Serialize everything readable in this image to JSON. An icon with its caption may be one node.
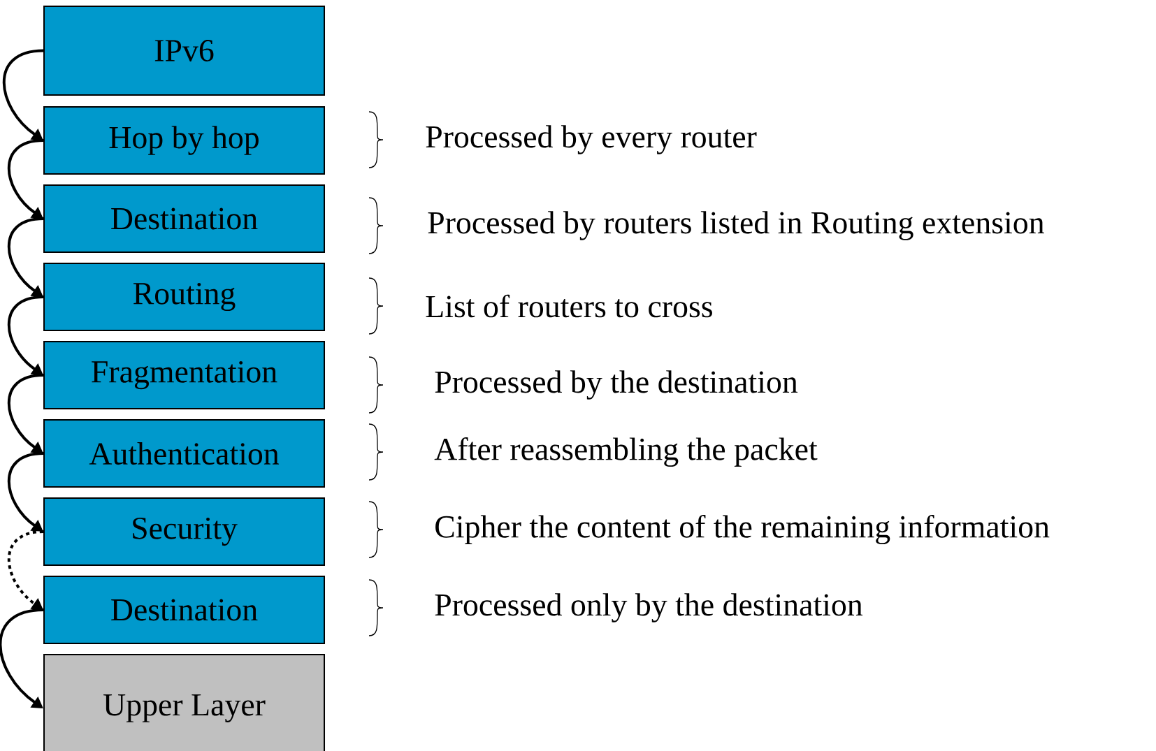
{
  "diagram": {
    "nodes": [
      {
        "text": [
          "IPv6"
        ]
      },
      {
        "text": [
          "Hop by hop"
        ],
        "beside": [
          "Processed by every router"
        ]
      },
      {
        "text": [
          "Destination"
        ],
        "beside": [
          "Processed by routers listed in Routing extension"
        ]
      },
      {
        "text": [
          "Routing"
        ],
        "beside": [
          "List of routers to cross"
        ]
      },
      {
        "text": [
          "Fragmentation"
        ],
        "beside": [
          "Processed by the destination"
        ]
      },
      {
        "text": [
          "Authentication"
        ],
        "beside": [
          "After reassembling the packet"
        ]
      },
      {
        "text": [
          "Security"
        ],
        "beside": [
          "Cipher the content of the remaining information"
        ]
      },
      {
        "text": [
          "Destination"
        ],
        "beside": [
          "Processed only by the destination"
        ]
      },
      {
        "text": [
          "Upper Layer"
        ]
      }
    ],
    "edges": [
      {
        "from": 0,
        "to": 1,
        "arrow": "to"
      },
      {
        "from": 1,
        "to": 2,
        "arrow": "to"
      },
      {
        "from": 2,
        "to": 3,
        "arrow": "to"
      },
      {
        "from": 3,
        "to": 4,
        "arrow": "to"
      },
      {
        "from": 4,
        "to": 5,
        "arrow": "to"
      },
      {
        "from": 5,
        "to": 6,
        "arrow": "to"
      },
      {
        "from": 6,
        "to": 7,
        "arrow": "to",
        "style": "dashed"
      },
      {
        "from": 7,
        "to": 8,
        "arrow": "to"
      }
    ]
  }
}
